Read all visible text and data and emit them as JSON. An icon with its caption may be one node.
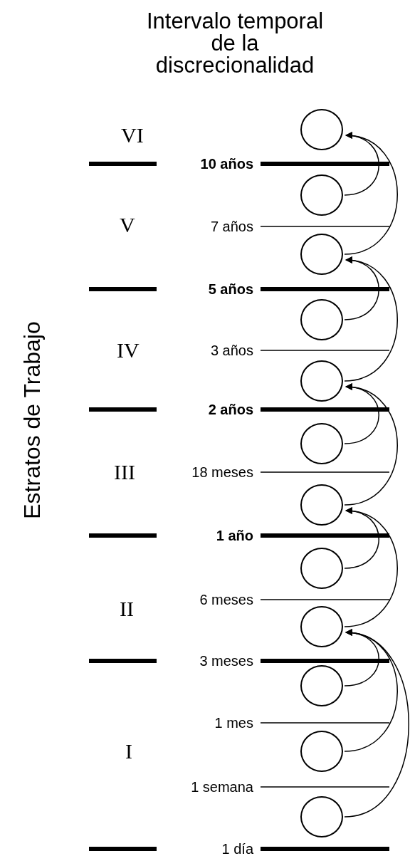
{
  "diagram": {
    "title": "Intervalo temporal de la discrecionalidad",
    "nodes": [
      {
        "text": [],
        "shape": "circle"
      },
      {
        "text": [],
        "shape": "circle"
      },
      {
        "text": [],
        "shape": "circle"
      },
      {
        "text": [],
        "shape": "circle"
      },
      {
        "text": [],
        "shape": "circle"
      },
      {
        "text": [],
        "shape": "circle"
      },
      {
        "text": [],
        "shape": "circle"
      },
      {
        "text": [],
        "shape": "circle"
      },
      {
        "text": [],
        "shape": "circle"
      },
      {
        "text": [],
        "shape": "circle"
      },
      {
        "text": [],
        "shape": "circle"
      },
      {
        "text": [],
        "shape": "circle"
      }
    ],
    "edges": [
      {
        "from": 1,
        "to": 0,
        "arrow": "to"
      },
      {
        "from": 2,
        "to": 0,
        "arrow": "to"
      },
      {
        "from": 3,
        "to": 2,
        "arrow": "to"
      },
      {
        "from": 4,
        "to": 2,
        "arrow": "to"
      },
      {
        "from": 5,
        "to": 4,
        "arrow": "to"
      },
      {
        "from": 6,
        "to": 4,
        "arrow": "to"
      },
      {
        "from": 7,
        "to": 6,
        "arrow": "to"
      },
      {
        "from": 8,
        "to": 6,
        "arrow": "to"
      },
      {
        "from": 9,
        "to": 8,
        "arrow": "to"
      },
      {
        "from": 10,
        "to": 8,
        "arrow": "to"
      },
      {
        "from": 11,
        "to": 8,
        "arrow": "to"
      }
    ],
    "labels": [
      "Estratos de Trabajo",
      "VI",
      "10 años",
      "V",
      "7 años",
      "5 años",
      "IV",
      "3 años",
      "2 años",
      "III",
      "18 meses",
      "1 año",
      "II",
      "6 meses",
      "3 meses",
      "1 mes",
      "I",
      "1 semana",
      "1 día"
    ]
  }
}
